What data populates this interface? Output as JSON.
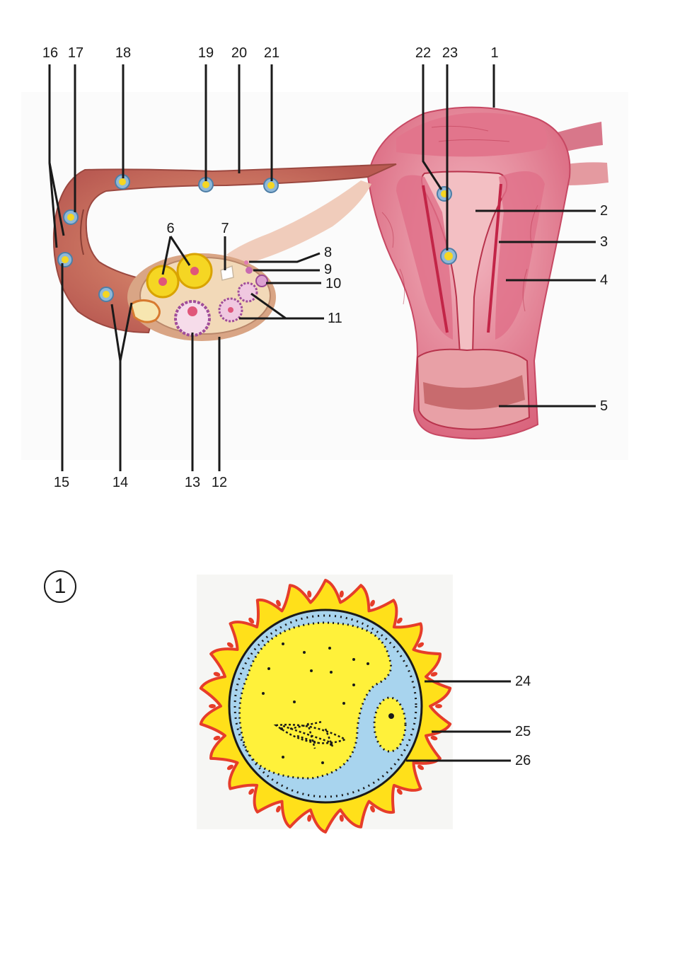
{
  "figure_marker": "1",
  "labels": {
    "l1": "1",
    "l2": "2",
    "l3": "3",
    "l4": "4",
    "l5": "5",
    "l6": "6",
    "l7": "7",
    "l8": "8",
    "l9": "9",
    "l10": "10",
    "l11": "11",
    "l12": "12",
    "l13": "13",
    "l14": "14",
    "l15": "15",
    "l16": "16",
    "l17": "17",
    "l18": "18",
    "l19": "19",
    "l20": "20",
    "l21": "21",
    "l22": "22",
    "l23": "23",
    "l24": "24",
    "l25": "25",
    "l26": "26"
  },
  "colors": {
    "uterus_muscle": "#d9607a",
    "uterus_light": "#f0a7b2",
    "endometrium": "#c8384f",
    "ovary_stroma": "#f2d9b8",
    "follicle_yellow": "#f5d623",
    "follicle_purple": "#b65aa8",
    "egg_blue": "#8fb8d8",
    "corona_yellow": "#ffe01a",
    "corona_red": "#e63d2a",
    "zona_blue": "#a8d4ee",
    "ink": "#1a1a1a"
  }
}
